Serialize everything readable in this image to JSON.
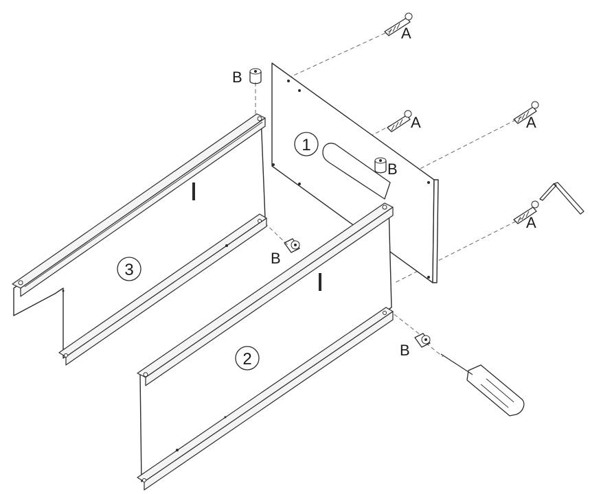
{
  "labels": {
    "screw": "A",
    "nut": "B"
  },
  "parts": {
    "panel_1": "1",
    "panel_2": "2",
    "panel_3": "3"
  }
}
